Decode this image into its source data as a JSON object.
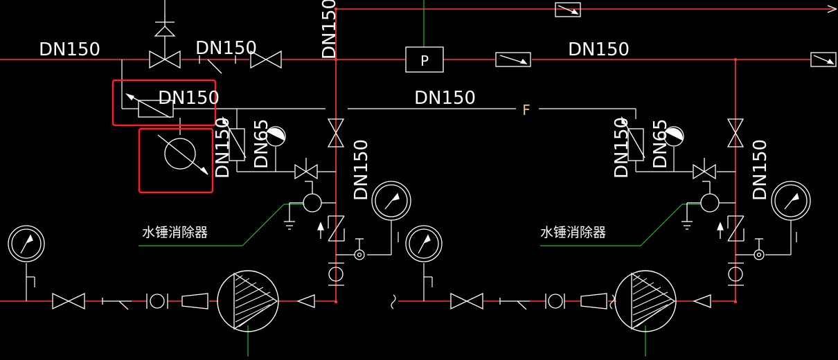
{
  "colors": {
    "background": "#000000",
    "pipe": "#ff3b2f",
    "line": "#ffffff",
    "leader": "#1fbf1f",
    "tan": "#e6c58a",
    "highlight": "#ff2020"
  },
  "labels": {
    "dn150": "DN150",
    "dn65": "DN65",
    "pressure_tag": "P",
    "flow_tag": "F",
    "water_hammer": "水锤消除器"
  }
}
